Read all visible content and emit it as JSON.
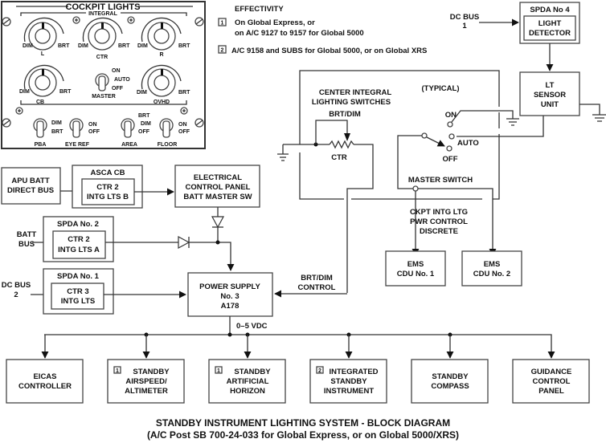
{
  "effectivity": {
    "heading": "EFFECTIVITY",
    "items": [
      {
        "marker": "1",
        "lines": [
          "On Global Express, or",
          "on A/C 9127 to 9157 for Global 5000"
        ]
      },
      {
        "marker": "2",
        "lines": [
          "A/C 9158 and SUBS for Global 5000, or on Global XRS"
        ]
      }
    ]
  },
  "cockpit_panel": {
    "title": "COCKPIT LIGHTS",
    "subtitle": "INTEGRAL",
    "knobs": [
      {
        "label": "L",
        "min": "DIM",
        "max": "BRT"
      },
      {
        "label": "CTR",
        "min": "DIM",
        "max": "BRT"
      },
      {
        "label": "R",
        "min": "DIM",
        "max": "BRT"
      },
      {
        "label": "CB",
        "min": "DIM",
        "max": "BRT"
      },
      {
        "label": "OVHD",
        "min": "DIM",
        "max": "BRT"
      }
    ],
    "master": {
      "label": "MASTER",
      "positions": [
        "ON",
        "AUTO",
        "OFF"
      ]
    },
    "toggles": [
      {
        "label": "PBA",
        "positions": [
          "DIM",
          "BRT"
        ]
      },
      {
        "label": "EYE REF",
        "positions": [
          "ON",
          "OFF"
        ]
      },
      {
        "label": "AREA",
        "positions": [
          "BRT",
          "DIM",
          "OFF"
        ]
      },
      {
        "label": "FLOOR",
        "positions": [
          "ON",
          "OFF"
        ]
      }
    ]
  },
  "blocks": {
    "apu_batt": [
      "APU BATT",
      "DIRECT BUS"
    ],
    "asca_cb": {
      "title": "ASCA CB",
      "inner": [
        "CTR 2",
        "INTG LTS B"
      ]
    },
    "elec_panel": [
      "ELECTRICAL",
      "CONTROL PANEL",
      "BATT MASTER SW"
    ],
    "spda2": {
      "title": "SPDA No. 2",
      "inner": [
        "CTR 2",
        "INTG LTS A"
      ]
    },
    "spda1": {
      "title": "SPDA No. 1",
      "inner": [
        "CTR 3",
        "INTG LTS"
      ]
    },
    "power_supply": [
      "POWER SUPPLY",
      "No. 3",
      "A178"
    ],
    "spda4": {
      "title": "SPDA No 4",
      "inner": [
        "LIGHT",
        "DETECTOR"
      ]
    },
    "lt_sensor": [
      "LT",
      "SENSOR",
      "UNIT"
    ],
    "ems1": [
      "EMS",
      "CDU No. 1"
    ],
    "ems2": [
      "EMS",
      "CDU No. 2"
    ]
  },
  "inputs": {
    "batt_bus": [
      "BATT",
      "BUS"
    ],
    "dc_bus2": [
      "DC BUS",
      "2"
    ],
    "dc_bus1": [
      "DC BUS",
      "1"
    ]
  },
  "switches": {
    "center_title": [
      "CENTER INTEGRAL",
      "LIGHTING SWITCHES"
    ],
    "brt_dim": "BRT/DIM",
    "ctr": "CTR",
    "typical": "(TYPICAL)",
    "on": "ON",
    "auto": "AUTO",
    "off": "OFF",
    "master_switch": "MASTER SWITCH"
  },
  "signals": {
    "ckpt_discrete": [
      "CKPT INTG LTG",
      "PWR CONTROL",
      "DISCRETE"
    ],
    "brt_dim_control": [
      "BRT/DIM",
      "CONTROL"
    ],
    "voltage": "0–5 VDC"
  },
  "outputs": [
    {
      "marker": "",
      "lines": [
        "EICAS",
        "CONTROLLER"
      ]
    },
    {
      "marker": "1",
      "lines": [
        "STANDBY",
        "AIRSPEED/",
        "ALTIMETER"
      ]
    },
    {
      "marker": "1",
      "lines": [
        "STANDBY",
        "ARTIFICIAL",
        "HORIZON"
      ]
    },
    {
      "marker": "2",
      "lines": [
        "INTEGRATED",
        "STANDBY",
        "INSTRUMENT"
      ]
    },
    {
      "marker": "",
      "lines": [
        "STANDBY",
        "COMPASS"
      ]
    },
    {
      "marker": "",
      "lines": [
        "GUIDANCE",
        "CONTROL",
        "PANEL"
      ]
    }
  ],
  "caption": [
    "STANDBY INSTRUMENT LIGHTING SYSTEM - BLOCK DIAGRAM",
    "(A/C Post SB 700-24-033 for Global Express, or on Global 5000/XRS)"
  ]
}
